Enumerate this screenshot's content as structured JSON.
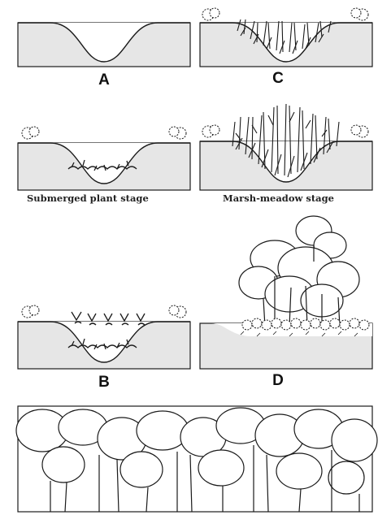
{
  "panels": {
    "a": {
      "label": "A"
    },
    "b": {
      "label": "B",
      "caption": "Submerged plant stage"
    },
    "c": {
      "label": "C",
      "caption": "Marsh-meadow stage"
    },
    "d": {
      "label": "D"
    },
    "e": {
      "label": ""
    }
  },
  "colors": {
    "ink": "#1a1a1a",
    "water": "#e6e6e6",
    "paper": "#ffffff"
  },
  "icons": [
    "shrub-icon",
    "submerged-plant-icon",
    "floating-plant-icon",
    "reed-icon",
    "tree-icon"
  ]
}
